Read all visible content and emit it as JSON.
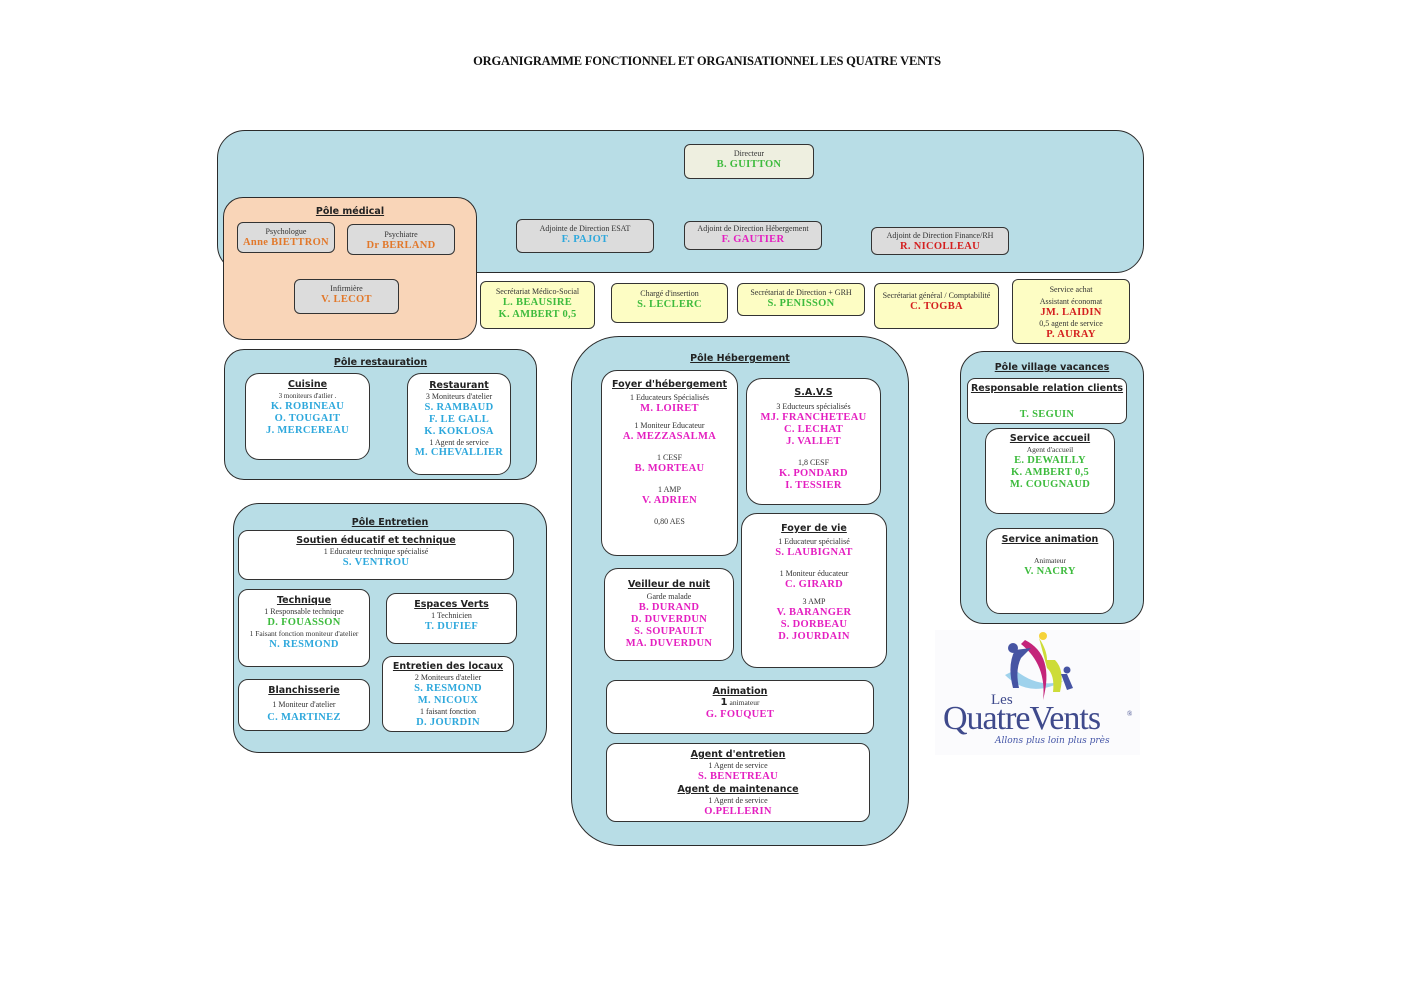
{
  "title": "ORGANIGRAMME FONCTIONNEL ET ORGANISATIONNEL LES QUATRE VENTS",
  "colors": {
    "pole_bg": "#b8dde6",
    "medical_bg": "#f9d5b8",
    "green": "#3dbb3d",
    "blue": "#2ea8dc",
    "pink": "#e41fc0",
    "red": "#d41f1f",
    "orange": "#e2782a"
  },
  "direction": {
    "directeur": {
      "role": "Directeur",
      "name": "B. GUITTON"
    },
    "adj_esat": {
      "role": "Adjointe de Direction ESAT",
      "name": "F. PAJOT"
    },
    "adj_hebergement": {
      "role": "Adjoint de Direction Hébergement",
      "name": "F. GAUTIER"
    },
    "adj_finance": {
      "role": "Adjoint de Direction Finance/RH",
      "name": "R. NICOLLEAU"
    }
  },
  "pole_medical": {
    "title": "Pôle médical",
    "psychologue": {
      "role": "Psychologue",
      "name": "Anne BIETTRON"
    },
    "psychiatre": {
      "role": "Psychiatre",
      "name": "Dr BERLAND"
    },
    "infirmiere": {
      "role": "Infirmière",
      "name": "V. LECOT"
    }
  },
  "services": {
    "secr_medico": {
      "role": "Secrétariat Médico-Social",
      "names": [
        "L. BEAUSIRE",
        "K. AMBERT  0,5"
      ]
    },
    "insertion": {
      "role": "Chargé d'insertion",
      "name": "S. LECLERC"
    },
    "secr_direction": {
      "role": "Secrétariat de Direction + GRH",
      "name": "S. PENISSON"
    },
    "secr_general": {
      "role": "Secrétariat général / Comptabilité",
      "name": "C. TOGBA"
    },
    "achat": {
      "role1": "Service achat",
      "role2": "Assistant économat",
      "name1": "JM. LAIDIN",
      "role3": "0,5 agent de service",
      "name2": "P. AURAY"
    }
  },
  "pole_restauration": {
    "title": "Pôle restauration",
    "cuisine": {
      "title": "Cuisine",
      "role": "3 moniteurs d'atlier .",
      "names": [
        "K. ROBINEAU",
        "O. TOUGAIT",
        "J. MERCEREAU"
      ]
    },
    "restaurant": {
      "title": "Restaurant",
      "role": "3 Moniteurs d'atelier",
      "names": [
        "S. RAMBAUD",
        "F. LE GALL",
        "K. KOKLOSA"
      ],
      "role2": "1 Agent de service",
      "name2": "M. CHEVALLIER"
    }
  },
  "pole_entretien": {
    "title": "Pôle Entretien",
    "soutien": {
      "title": "Soutien éducatif et technique",
      "role": "1 Educateur technique spécialisé",
      "name": "S. VENTROU"
    },
    "technique": {
      "title": "Technique",
      "role1": "1 Responsable technique",
      "name1": "D. FOUASSON",
      "role2": "1 Faisant fonction moniteur d'atelier",
      "name2": "N. RESMOND"
    },
    "espaces_verts": {
      "title": "Espaces Verts",
      "role": "1 Technicien",
      "name": "T. DUFIEF"
    },
    "blanchisserie": {
      "title": "Blanchisserie",
      "role": "1 Moniteur d'atelier",
      "name": "C. MARTINEZ"
    },
    "locaux": {
      "title": "Entretien des locaux",
      "role1": "2 Moniteurs d'atelier",
      "names": [
        "S. RESMOND",
        "M. NICOUX"
      ],
      "role2": "1 faisant fonction",
      "name2": "D. JOURDIN"
    }
  },
  "pole_hebergement": {
    "title": "Pôle Hébergement",
    "foyer_heb": {
      "title": "Foyer d'hébergement",
      "groups": [
        {
          "role": "1 Educateurs Spécialisés",
          "names": [
            "M. LOIRET"
          ]
        },
        {
          "role": "1 Moniteur Educateur",
          "names": [
            "A. MEZZASALMA"
          ]
        },
        {
          "role": "1 CESF",
          "names": [
            "B. MORTEAU"
          ]
        },
        {
          "role": "1 AMP",
          "names": [
            "V. ADRIEN"
          ]
        }
      ],
      "footer": "0,80 AES"
    },
    "savs": {
      "title": "S.A.V.S",
      "groups": [
        {
          "role": "3 Educteurs spécialisés",
          "names": [
            "MJ. FRANCHETEAU",
            "C. LECHAT",
            "J. VALLET"
          ]
        },
        {
          "role": "1,8 CESF",
          "names": [
            "K. PONDARD",
            "I. TESSIER"
          ]
        }
      ]
    },
    "veilleur": {
      "title": "Veilleur de nuit",
      "role": "Garde malade",
      "names": [
        "B. DURAND",
        "D. DUVERDUN",
        "S. SOUPAULT",
        "MA. DUVERDUN"
      ]
    },
    "foyer_vie": {
      "title": "Foyer de vie",
      "groups": [
        {
          "role": "1 Educateur spécialisé",
          "names": [
            "S. LAUBIGNAT"
          ]
        },
        {
          "role": "1 Moniteur éducateur",
          "names": [
            "C. GIRARD"
          ]
        },
        {
          "role": "3 AMP",
          "names": [
            "V. BARANGER",
            "S. DORBEAU",
            "D. JOURDAIN"
          ]
        }
      ]
    },
    "animation": {
      "title": "Animation",
      "count": "1",
      "role": "animateur",
      "name": "G. FOUQUET"
    },
    "agents": {
      "title1": "Agent d'entretien",
      "role1": "1 Agent de service",
      "name1": "S. BENETREAU",
      "title2": "Agent de maintenance",
      "role2": "1 Agent de service",
      "name2": "O.PELLERIN"
    }
  },
  "pole_village": {
    "title": "Pôle village vacances",
    "relation": {
      "title": "Responsable relation clients",
      "name": "T. SEGUIN"
    },
    "accueil": {
      "title": "Service accueil",
      "role": "Agent d'accueil",
      "names": [
        "E. DEWAILLY",
        "K. AMBERT 0,5",
        "M. COUGNAUD"
      ]
    },
    "animation": {
      "title": "Service animation",
      "role": "Animateur",
      "name": "V. NACRY"
    }
  },
  "logo": {
    "les": "Les",
    "main": "QuatreVents",
    "reg": "®",
    "tagline": "Allons plus loin plus près"
  }
}
